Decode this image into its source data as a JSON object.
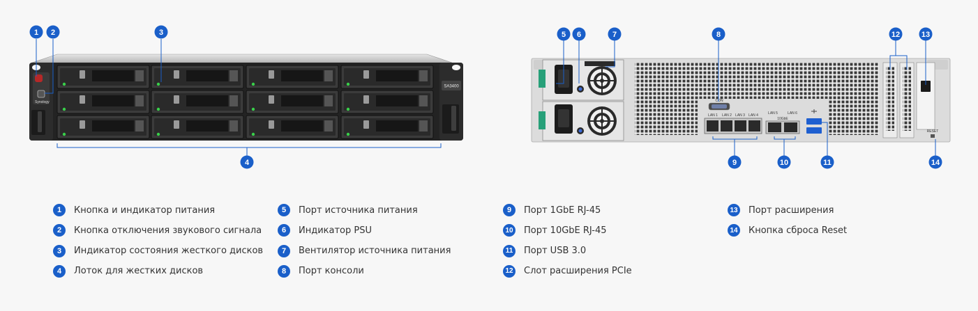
{
  "callouts": [
    "1",
    "2",
    "3",
    "4",
    "5",
    "6",
    "7",
    "8",
    "9",
    "10",
    "11",
    "12",
    "13",
    "14"
  ],
  "device": {
    "model": "SA3400",
    "brand": "Synology",
    "port_labels": {
      "console": "CON",
      "lan1": "LAN 1",
      "lan2": "LAN 2",
      "lan3": "LAN 3",
      "lan4": "LAN 4",
      "lan5": "LAN 5",
      "lan6": "LAN 6",
      "speed": "10GbE",
      "reset": "RESET"
    }
  },
  "legend": [
    {
      "num": "1",
      "label": "Кнопка и индикатор питания"
    },
    {
      "num": "2",
      "label": "Кнопка отключения звукового сигнала"
    },
    {
      "num": "3",
      "label": "Индикатор состояния жесткого дисков"
    },
    {
      "num": "4",
      "label": "Лоток для жестких дисков"
    },
    {
      "num": "5",
      "label": "Порт источника питания"
    },
    {
      "num": "6",
      "label": "Индикатор PSU"
    },
    {
      "num": "7",
      "label": "Вентилятор источника питания"
    },
    {
      "num": "8",
      "label": "Порт консоли"
    },
    {
      "num": "9",
      "label": "Порт 1GbE RJ-45"
    },
    {
      "num": "10",
      "label": "Порт 10GbE RJ-45"
    },
    {
      "num": "11",
      "label": "Порт USB 3.0"
    },
    {
      "num": "12",
      "label": "Слот расширения PCIe"
    },
    {
      "num": "13",
      "label": "Порт расширения"
    },
    {
      "num": "14",
      "label": "Кнопка сброса Reset"
    }
  ],
  "colors": {
    "callout": "#1a5fc9",
    "text": "#333333",
    "background": "#f7f7f7",
    "led": "#39d04a"
  }
}
